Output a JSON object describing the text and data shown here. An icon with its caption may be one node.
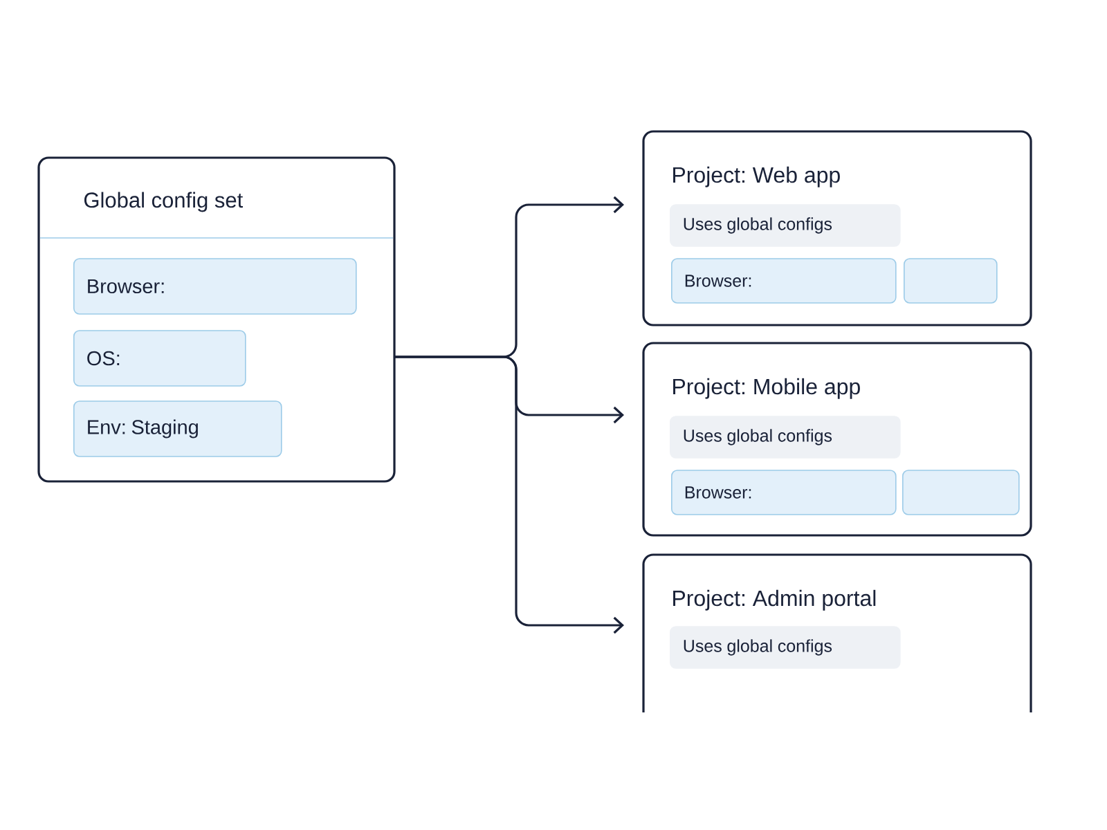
{
  "diagram": {
    "nodes": [
      {
        "text": [
          "Global config set"
        ]
      },
      {
        "text": [
          "Browser:"
        ],
        "in": 0
      },
      {
        "text": [
          "OS:"
        ],
        "in": 0
      },
      {
        "text": [
          "Env: Staging"
        ],
        "in": 0
      },
      {
        "text": [
          "Project: Web app"
        ]
      },
      {
        "text": [
          "Uses global configs"
        ],
        "in": 4
      },
      {
        "text": [
          "Browser:"
        ],
        "in": 4
      },
      {
        "text": [],
        "shape": "box",
        "in": 4
      },
      {
        "text": [
          "Project: Mobile app"
        ]
      },
      {
        "text": [
          "Uses global configs"
        ],
        "in": 8
      },
      {
        "text": [
          "Browser:"
        ],
        "in": 8
      },
      {
        "text": [],
        "shape": "box",
        "in": 8
      },
      {
        "text": [
          "Project: Admin portal"
        ]
      },
      {
        "text": [
          "Uses global configs"
        ],
        "in": 12
      }
    ],
    "edges": [
      {
        "from": 0,
        "to": 4,
        "arrow": "to"
      },
      {
        "from": 0,
        "to": 8,
        "arrow": "to"
      },
      {
        "from": 0,
        "to": 12,
        "arrow": "to"
      }
    ]
  }
}
